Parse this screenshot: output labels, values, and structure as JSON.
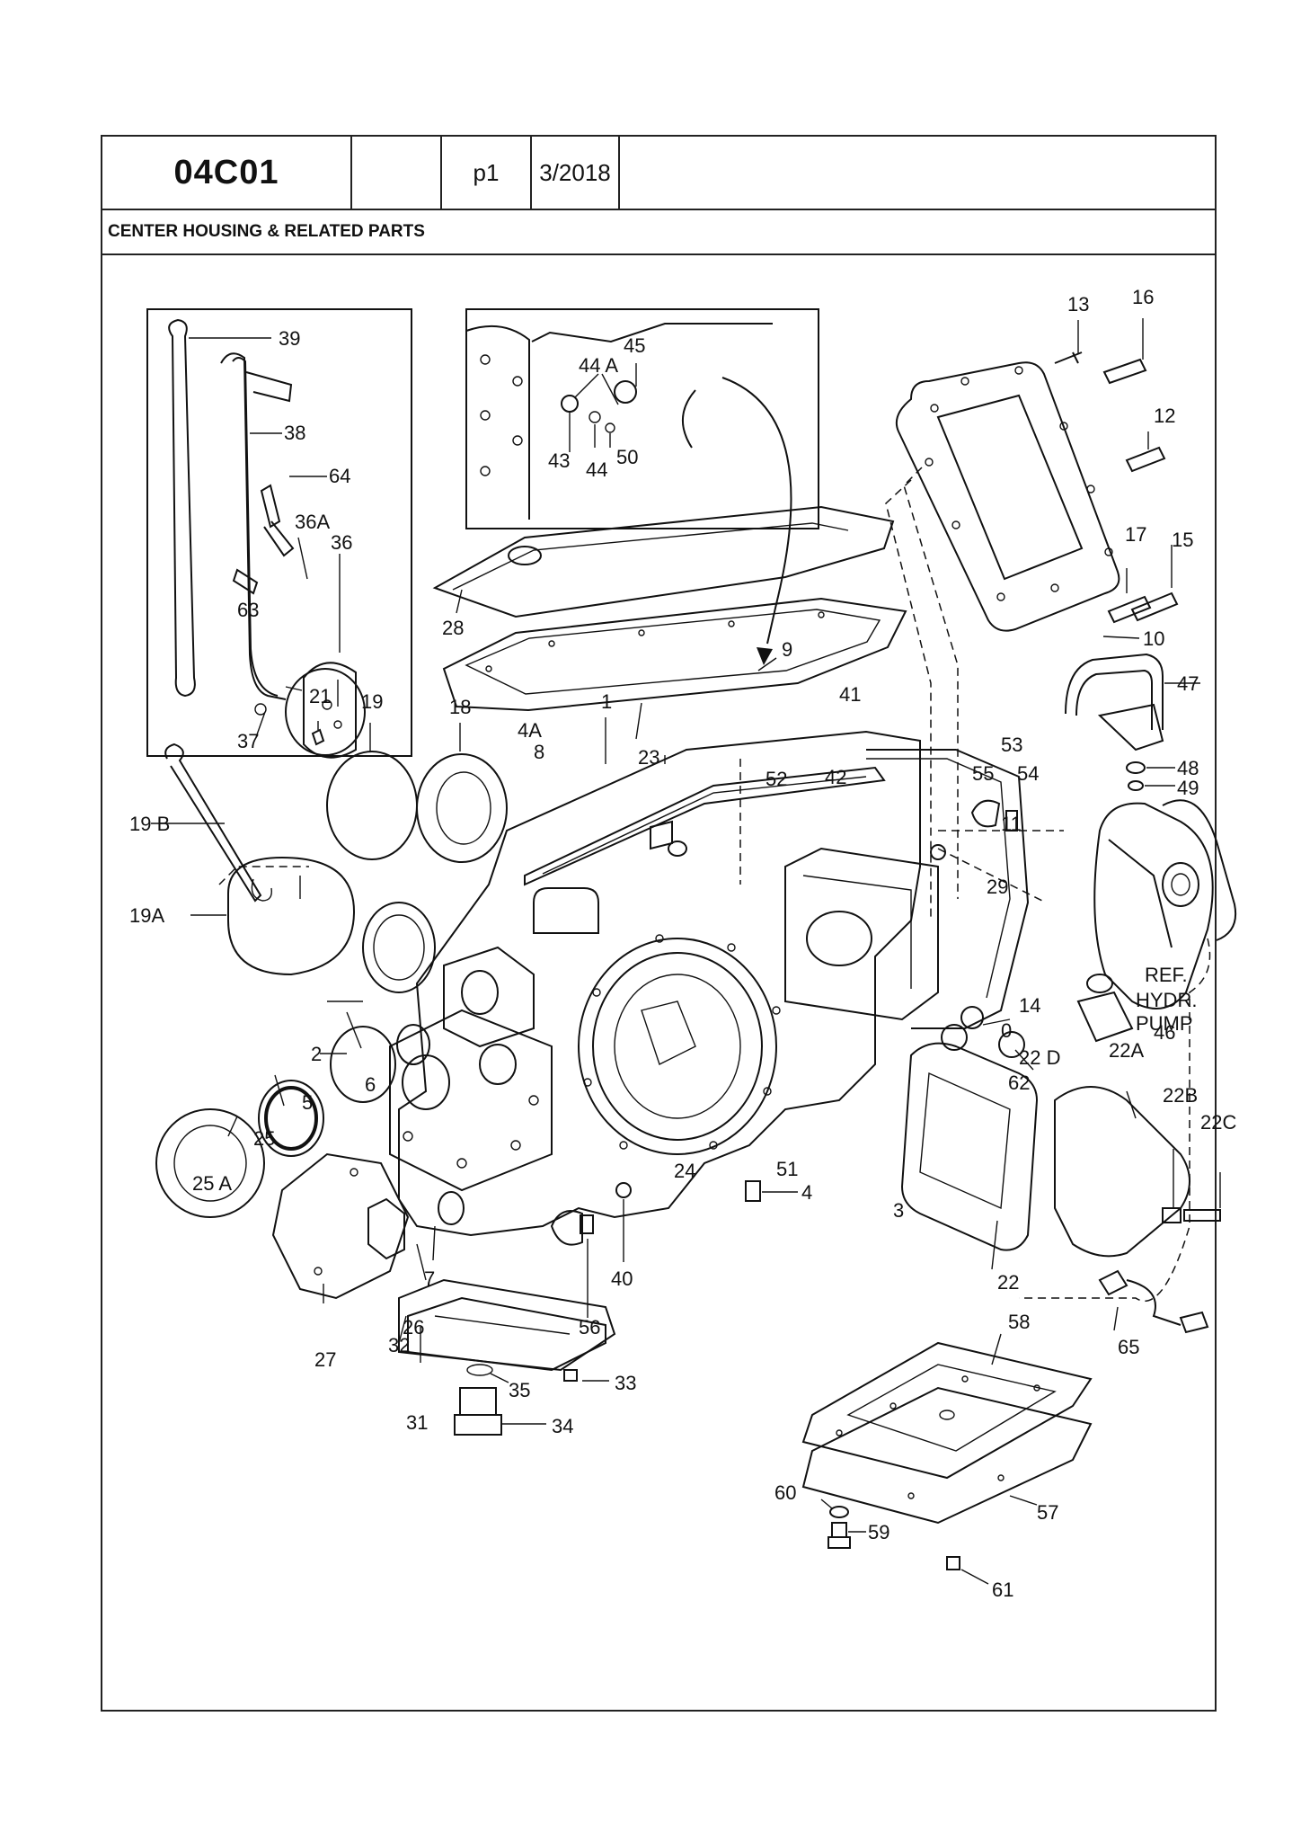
{
  "header": {
    "code": "04C01",
    "blank": "",
    "page": "p1",
    "date": "3/2018",
    "title": "CENTER HOUSING & RELATED PARTS"
  },
  "callouts": {
    "c1": "1",
    "c2": "2",
    "c3": "3",
    "c4": "4",
    "c4a": "4A",
    "c5": "5",
    "c6": "6",
    "c7": "7",
    "c8": "8",
    "c9": "9",
    "c10": "10",
    "c11": "11",
    "c12": "12",
    "c13": "13",
    "c14": "14",
    "c15": "15",
    "c16": "16",
    "c17": "17",
    "c18": "18",
    "c19": "19",
    "c19a": "19A",
    "c19b": "19 B",
    "c21": "21",
    "c22": "22",
    "c22a": "22A",
    "c22b": "22B",
    "c22c": "22C",
    "c22d": "22 D",
    "c23": "23",
    "c24": "24",
    "c25": "25",
    "c25a": "25 A",
    "c26": "26",
    "c27": "27",
    "c28": "28",
    "c29": "29",
    "c31": "31",
    "c32": "32",
    "c33": "33",
    "c34": "34",
    "c35": "35",
    "c36": "36",
    "c36a": "36A",
    "c37": "37",
    "c38": "38",
    "c39": "39",
    "c40": "40",
    "c41": "41",
    "c42": "42",
    "c43": "43",
    "c44": "44",
    "c44a": "44 A",
    "c45": "45",
    "c46": "46",
    "c47": "47",
    "c48": "48",
    "c49": "49",
    "c50": "50",
    "c51": "51",
    "c52": "52",
    "c53": "53",
    "c54": "54",
    "c55": "55",
    "c56": "56",
    "c57": "57",
    "c58": "58",
    "c59": "59",
    "c60": "60",
    "c61": "61",
    "c62": "62",
    "c63": "63",
    "c64": "64",
    "c65": "65",
    "c0": "0",
    "ref1": "REF.",
    "ref2": "HYDR.",
    "ref3": "PUMP"
  }
}
